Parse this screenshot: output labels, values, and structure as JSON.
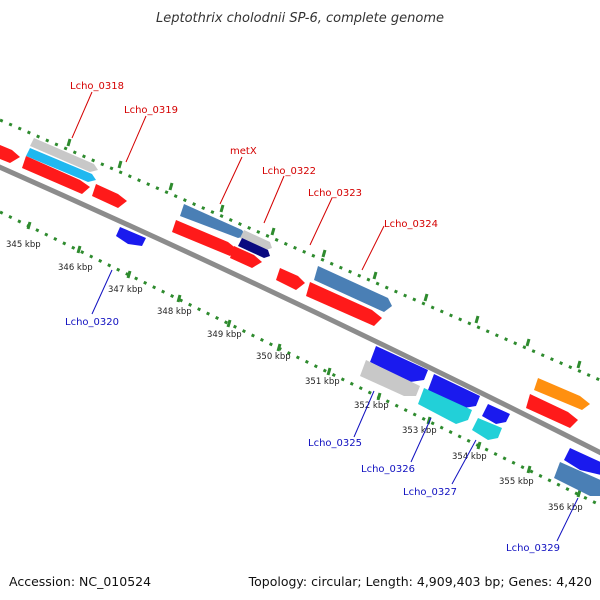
{
  "title": "Leptothrix cholodnii SP-6, complete genome",
  "footer": {
    "accession": "Accession: NC_010524",
    "topology": "Topology: circular; Length: 4,909,403 bp; Genes: 4,420"
  },
  "colors": {
    "backbone": "#8c8c8c",
    "dotted_track": "#2e8b2e",
    "label_forward": "#d40000",
    "label_reverse": "#1010c0",
    "gene_red": "#ff1a1a",
    "gene_blue": "#1a1aee",
    "gene_steel": "#4a7fb5",
    "gene_gray": "#c8c8c8",
    "gene_cyan": "#22d0d8",
    "gene_sky": "#20b8f0",
    "gene_navy": "#0a0a80",
    "gene_orange": "#ff9010"
  },
  "kbp_ticks": [
    "345 kbp",
    "346 kbp",
    "347 kbp",
    "348 kbp",
    "349 kbp",
    "350 kbp",
    "351 kbp",
    "352 kbp",
    "353 kbp",
    "354 kbp",
    "355 kbp",
    "356 kbp"
  ],
  "labels_top": [
    "Lcho_0318",
    "Lcho_0319",
    "metX",
    "Lcho_0322",
    "Lcho_0323",
    "Lcho_0324"
  ],
  "labels_bottom": [
    "Lcho_0320",
    "Lcho_0325",
    "Lcho_0326",
    "Lcho_0327",
    "Lcho_0329"
  ]
}
